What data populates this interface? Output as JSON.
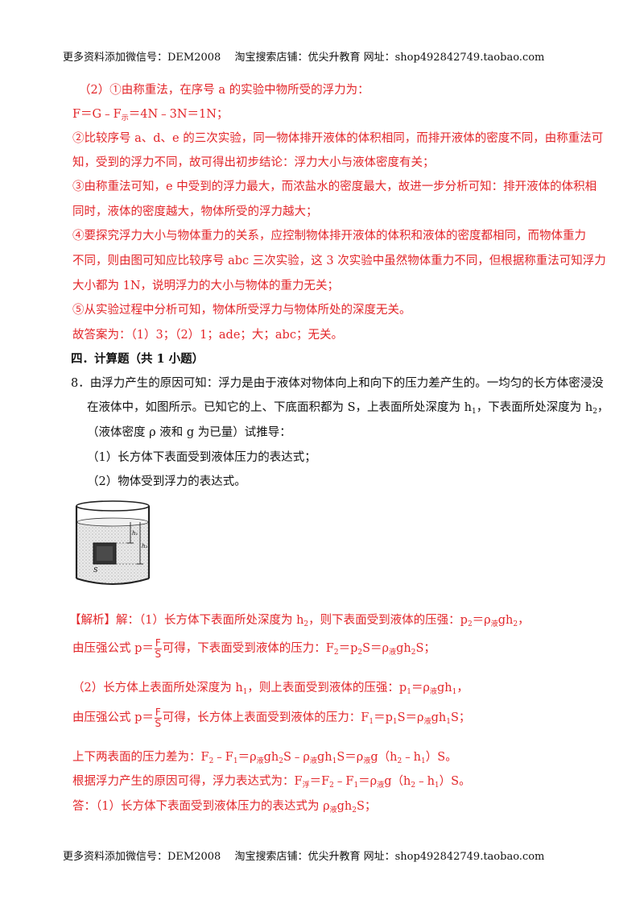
{
  "header": "更多资料添加微信号：DEM2008　 淘宝搜索店铺：优尖升教育  网址：shop492842749.taobao.com",
  "footer": "更多资料添加微信号：DEM2008　 淘宝搜索店铺：优尖升教育  网址：shop492842749.taobao.com",
  "part2": {
    "l1": "（2）①由称重法，在序号 a 的实验中物所受的浮力为：",
    "l2a": "F＝G﹣F",
    "l2sub": "示",
    "l2b": "＝4N﹣3N＝1N；",
    "l3": "②比较序号 a、d、e 的三次实验，同一物体排开液体的体积相同，而排开液体的密度不同，由称重法可",
    "l4": "知，受到的浮力不同，故可得出初步结论：浮力大小与液体密度有关；",
    "l5": "③由称重法可知，e 中受到的浮力最大，而浓盐水的密度最大，故进一步分析可知：排开液体的体积相",
    "l6": "同时，液体的密度越大，物体所受的浮力越大；",
    "l7": "④要探究浮力大小与物体重力的关系，应控制物体排开液体的体积和液体的密度都相同，而物体重力",
    "l8": "不同，则由图可知应比较序号 abc 三次实验，这 3 次实验中虽然物体重力不同，但根据称重法可知浮力",
    "l9": "大小都为 1N，说明浮力的大小与物体的重力无关；",
    "l10": "⑤从实验过程中分析可知，物体所受浮力与物体所处的深度无关。",
    "answer": "故答案为：（1）3；（2）1；ade；大；abc；无关。"
  },
  "section": {
    "title": "四．计算题（共 1 小题）"
  },
  "question": {
    "q1": "8．由浮力产生的原因可知：浮力是由于液体对物体向上和向下的压力差产生的。一均匀的长方体密浸没",
    "q2a": "在液体中，如图所示。已知它的上、下底面积都为 S，上表面所处深度为 h",
    "q2s1": "1",
    "q2b": "，下表面所处深度为 h",
    "q2s2": "2",
    "q2c": "，",
    "q3": "（液体密度 ρ 液和 g 为已量）试推导：",
    "q4": "（1）长方体下表面受到液体压力的表达式；",
    "q5": "（2）物体受到浮力的表达式。"
  },
  "figure": {
    "label_h1": "h₁",
    "label_h2": "h₂",
    "label_s": "S"
  },
  "solution": {
    "s1a": "【解析】解：（1）长方体下表面所处深度为 h",
    "s1s": "2",
    "s1b": "，则下表面受到液体的压强：p",
    "s1c": "＝ρ",
    "s1liq": "液",
    "s1d": "gh",
    "s1e": "，",
    "frac_num": "F",
    "frac_den": "S",
    "s2a": "由压强公式 p＝",
    "s2b": "可得，下表面受到液体的压力：F",
    "s2c": "＝p",
    "s2d": "S＝ρ",
    "s2e": "gh",
    "s2f": "S；",
    "s3a": "（2）长方体上表面所处深度为 h",
    "s3b": "，则上表面受到液体的压强：p",
    "s3c": "＝ρ",
    "s3d": "gh",
    "s3e": "，",
    "s4a": "由压强公式 p＝",
    "s4b": "可得，长方体上表面受到液体的压力：F",
    "s4c": "＝p",
    "s4d": "S＝ρ",
    "s4e": "gh",
    "s4f": "S；",
    "s5a": "上下两表面的压力差为：F",
    "s5b": "﹣F",
    "s5c": "＝ρ",
    "s5d": "gh",
    "s5e": "S﹣ρ",
    "s5f": "gh",
    "s5g": "S＝ρ",
    "s5h": "g（h",
    "s5i": "﹣h",
    "s5j": "）S。",
    "s6a": "根据浮力产生的原因可得，浮力表达式为：F",
    "s6fu": "浮",
    "s6b": "＝F",
    "s6c": "﹣F",
    "s6d": "＝ρ",
    "s6e": "g（h",
    "s6f": "﹣h",
    "s6g": "）S。",
    "s7a": "答：（1）长方体下表面受到液体压力的表达式为 ρ",
    "s7b": "gh",
    "s7c": "S；",
    "one": "1",
    "two": "2"
  }
}
